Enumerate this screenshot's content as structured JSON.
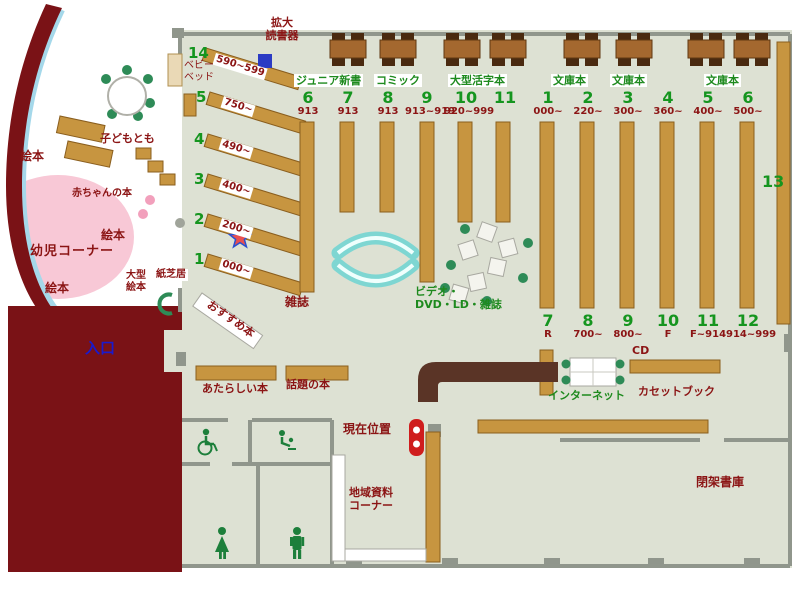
{
  "colors": {
    "maroon": "#7a1216",
    "floor": "#dde1d3",
    "kids_floor": "#ffffff",
    "infant_pink": "#f8c8d6",
    "glass_blue": "#a5d8ea",
    "shelf_tan": "#c79540",
    "table_brown": "#a4682f",
    "counter_brown": "#5a3426",
    "wall_gray": "#90968c",
    "green_text": "#1e8a1e",
    "number_green": "#15951f",
    "red_text": "#8b1414",
    "blue_text": "#1a1acc",
    "chair_green": "#2e8b57",
    "bench_cyan": "#7ed6d2",
    "marker_red": "#cf1d1d"
  },
  "magnifier": {
    "line1": "拡大",
    "line2": "読書器"
  },
  "sections": {
    "junior": "ジュニア新書",
    "comic": "コミック",
    "large_print": "大型活字本",
    "bunko_1": "文庫本",
    "bunko_2": "文庫本",
    "bunko_3": "文庫本"
  },
  "stacks_left_top": [
    {
      "num": "6",
      "range": "913"
    },
    {
      "num": "7",
      "range": "913"
    },
    {
      "num": "8",
      "range": "913"
    },
    {
      "num": "9",
      "range": "913~919"
    },
    {
      "num": "10",
      "range": "920~999"
    },
    {
      "num": "11",
      "range": ""
    }
  ],
  "stacks_right_top": [
    {
      "num": "1",
      "range": "000~"
    },
    {
      "num": "2",
      "range": "220~"
    },
    {
      "num": "3",
      "range": "300~"
    },
    {
      "num": "4",
      "range": "360~"
    },
    {
      "num": "5",
      "range": "400~"
    },
    {
      "num": "6",
      "range": "500~"
    }
  ],
  "stacks_right_bottom": [
    {
      "num": "7",
      "range": "R"
    },
    {
      "num": "8",
      "range": "700~"
    },
    {
      "num": "9",
      "range": "800~"
    },
    {
      "num": "10",
      "range": "F"
    },
    {
      "num": "11",
      "range": "F~914"
    },
    {
      "num": "12",
      "range": "914~999"
    }
  ],
  "stack_13": "13",
  "diag_stacks": [
    {
      "num": "14",
      "range": "590~599"
    },
    {
      "num": "5",
      "range": "750~"
    },
    {
      "num": "4",
      "range": "490~"
    },
    {
      "num": "3",
      "range": "400~"
    },
    {
      "num": "2",
      "range": "200~"
    },
    {
      "num": "1",
      "range": "000~"
    }
  ],
  "kids_area": {
    "baby_bed_1": "ベビー",
    "baby_bed_2": "ベッド",
    "kodomo_no_tomo": "子どもとも",
    "baby_books": "赤ちゃんの本",
    "picture_books": "絵本",
    "infant_corner": "幼児コーナー",
    "large_picture_1": "大型",
    "large_picture_2": "絵本",
    "kamishibai": "紙芝居"
  },
  "areas": {
    "magazines": "雑誌",
    "recommended": "おすすめ本",
    "video_1": "ビデオ・",
    "video_2": "DVD・LD・雑誌",
    "entrance": "入口",
    "new_books": "あたらしい本",
    "topical_books": "話題の本",
    "current_location": "現在位置",
    "local_1": "地域資料",
    "local_2": "コーナー",
    "cd": "CD",
    "internet": "インターネット",
    "cassette_books": "カセットブック",
    "closed_stacks": "閉架書庫"
  }
}
